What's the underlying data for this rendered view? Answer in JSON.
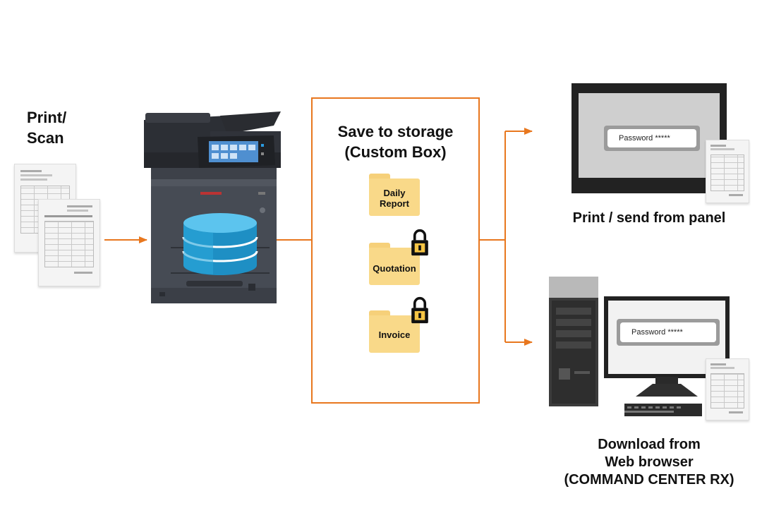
{
  "labels": {
    "print_scan": [
      "Print/",
      "Scan"
    ],
    "storage_title": [
      "Save to storage",
      "(Custom Box)"
    ],
    "panel_caption": "Print / send from panel",
    "browser_caption": [
      "Download from",
      "Web browser",
      "(COMMAND CENTER RX)"
    ]
  },
  "folders": [
    {
      "label": [
        "Daily",
        "Report"
      ],
      "locked": false
    },
    {
      "label": [
        "Quotation"
      ],
      "locked": true
    },
    {
      "label": [
        "Invoice"
      ],
      "locked": true
    }
  ],
  "password_prompts": {
    "panel": "Password *****",
    "browser": "Password *****"
  },
  "colors": {
    "accent_orange": "#e8771e",
    "folder_yellow": "#f9d989",
    "database_blue": "#29a3d8",
    "printer_body": "#3d4149"
  },
  "icons": [
    "document-icon",
    "printer-icon",
    "database-icon",
    "folder-icon",
    "lock-icon",
    "monitor-icon",
    "desktop-computer-icon"
  ]
}
